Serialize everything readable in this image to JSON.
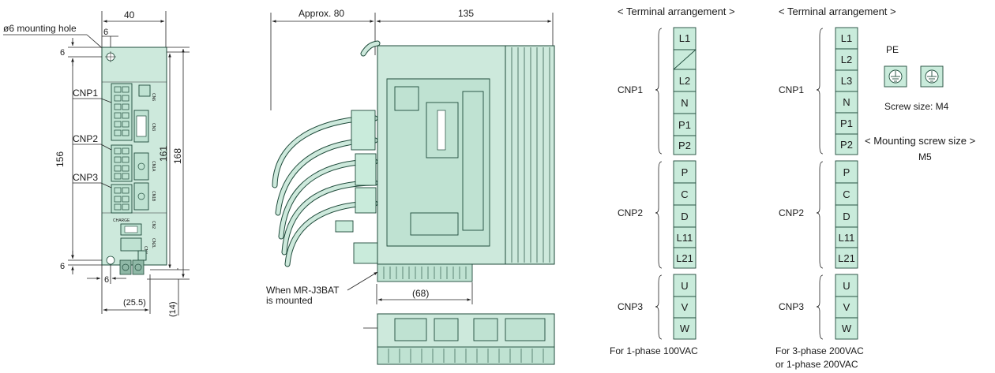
{
  "front_view": {
    "hole_label": "ø6 mounting hole",
    "dim_width": "40",
    "dim_hole_offset": "6",
    "dim_top": "6",
    "dim_bottom": "6",
    "dim_bottom_left": "6",
    "dim_156": "156",
    "dim_161": "161",
    "dim_168": "168",
    "dim_25_5": "(25.5)",
    "dim_14": "(14)",
    "connector_labels": [
      "CNP1",
      "CNP2",
      "CNP3"
    ],
    "charge": "CHARGE"
  },
  "side_view": {
    "dim_approx": "Approx. 80",
    "dim_135": "135",
    "dim_68": "(68)",
    "battery_note": [
      "When MR-J3BAT",
      "is mounted"
    ]
  },
  "terminal_100v": {
    "title": "< Terminal arrangement >",
    "cnp1_label": "CNP1",
    "cnp1": [
      "L1",
      "",
      "L2",
      "N",
      "P1",
      "P2"
    ],
    "cnp2_label": "CNP2",
    "cnp2": [
      "P",
      "C",
      "D",
      "L11",
      "L21"
    ],
    "cnp3_label": "CNP3",
    "cnp3": [
      "U",
      "V",
      "W"
    ],
    "footer": "For 1-phase 100VAC"
  },
  "terminal_200v": {
    "title": "< Terminal arrangement >",
    "cnp1_label": "CNP1",
    "cnp1": [
      "L1",
      "L2",
      "L3",
      "N",
      "P1",
      "P2"
    ],
    "cnp2_label": "CNP2",
    "cnp2": [
      "P",
      "C",
      "D",
      "L11",
      "L21"
    ],
    "cnp3_label": "CNP3",
    "cnp3": [
      "U",
      "V",
      "W"
    ],
    "footer_line1": "For 3-phase 200VAC",
    "footer_line2": "or 1-phase 200VAC",
    "pe_label": "PE",
    "screw_size": "Screw size: M4",
    "mounting_title": "< Mounting screw size >",
    "mounting_value": "M5"
  },
  "colors": {
    "body": "#cde9dc",
    "outline": "#1e4a3a"
  }
}
